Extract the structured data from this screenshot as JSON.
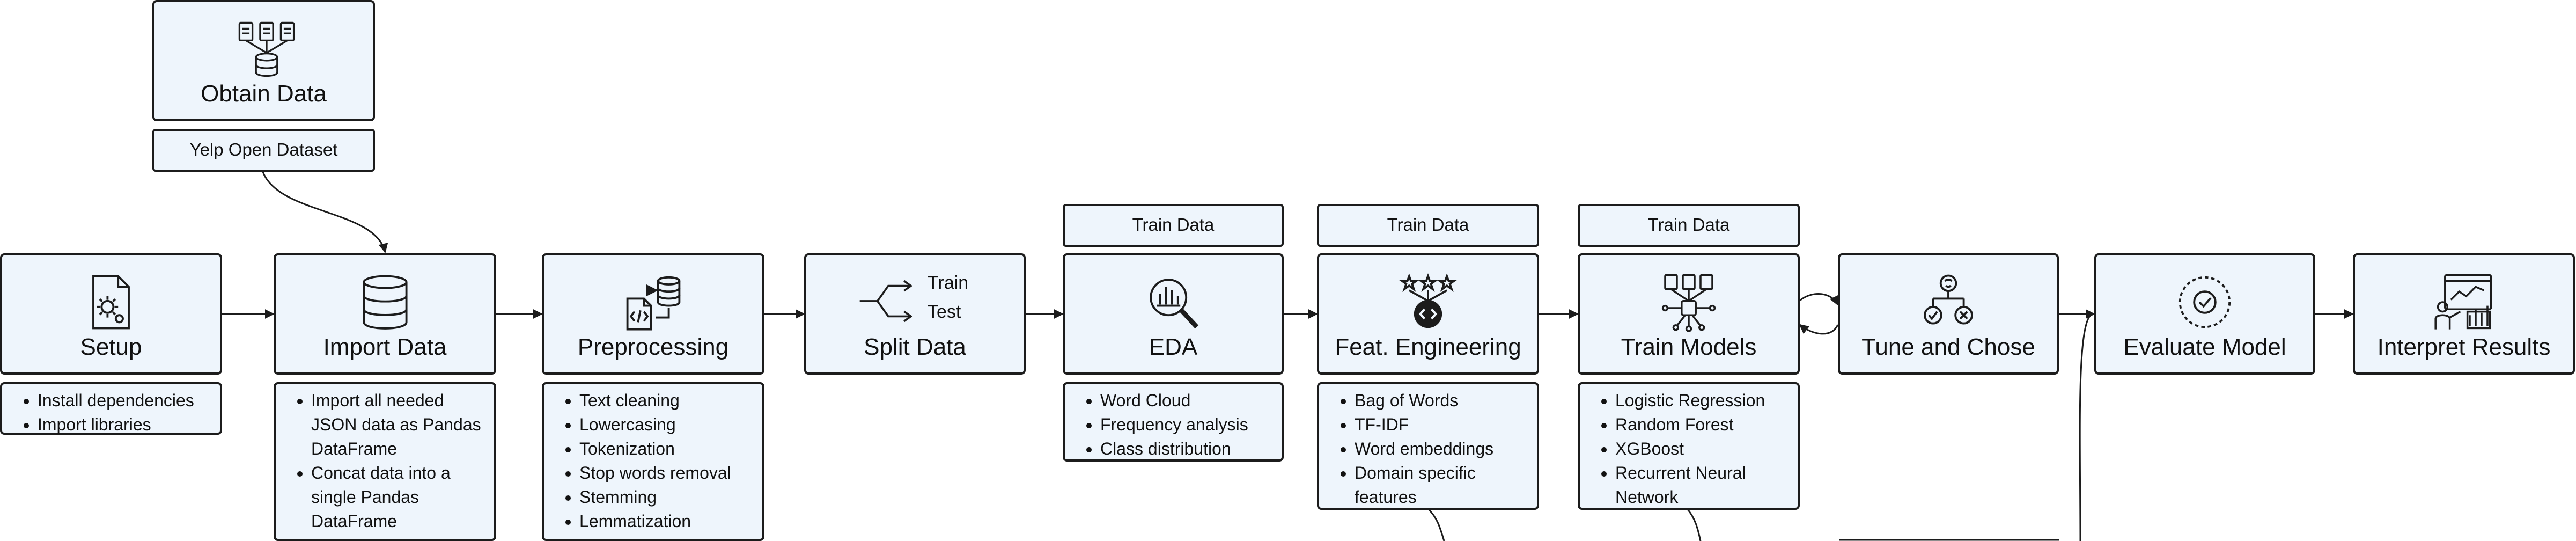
{
  "colors": {
    "box_fill": "#eef5fc",
    "border": "#1c1c1c",
    "arrow": "#1c1c1c"
  },
  "obtain": {
    "title": "Obtain Data",
    "icon": "database-files-icon",
    "source_label": "Yelp Open Dataset"
  },
  "stages": [
    {
      "id": "setup",
      "title": "Setup",
      "icon": "gear-file-icon",
      "items": [
        "Install dependencies",
        "Import libraries"
      ]
    },
    {
      "id": "import",
      "title": "Import Data",
      "icon": "database-icon",
      "items": [
        "Import all needed JSON data as Pandas DataFrame",
        "Concat data into a single Pandas DataFrame"
      ]
    },
    {
      "id": "preprocessing",
      "title": "Preprocessing",
      "icon": "code-file-database-icon",
      "items": [
        "Text cleaning",
        "Lowercasing",
        "Tokenization",
        "Stop words removal",
        "Stemming",
        "Lemmatization"
      ]
    },
    {
      "id": "split",
      "title": "Split Data",
      "icon": "split-arrows-icon",
      "branches": [
        "Train",
        "Test"
      ]
    },
    {
      "id": "eda",
      "title": "EDA",
      "icon": "magnifier-chart-icon",
      "tag": "Train Data",
      "items": [
        "Word Cloud",
        "Frequency analysis",
        "Class distribution"
      ]
    },
    {
      "id": "features",
      "title": "Feat. Engineering",
      "icon": "stars-code-icon",
      "tag": "Train Data",
      "items": [
        "Bag of Words",
        "TF-IDF",
        "Word embeddings",
        "Domain specific features"
      ]
    },
    {
      "id": "train",
      "title": "Train Models",
      "icon": "network-files-icon",
      "tag": "Train Data",
      "items": [
        "Logistic Regression",
        "Random Forest",
        "XGBoost",
        "Recurrent Neural Network"
      ]
    },
    {
      "id": "tune",
      "title": "Tune and Chose",
      "icon": "decision-tree-icon"
    },
    {
      "id": "evaluate",
      "title": "Evaluate Model",
      "icon": "cycle-check-icon"
    },
    {
      "id": "interpret",
      "title": "Interpret Results",
      "icon": "person-dashboard-icon"
    }
  ]
}
